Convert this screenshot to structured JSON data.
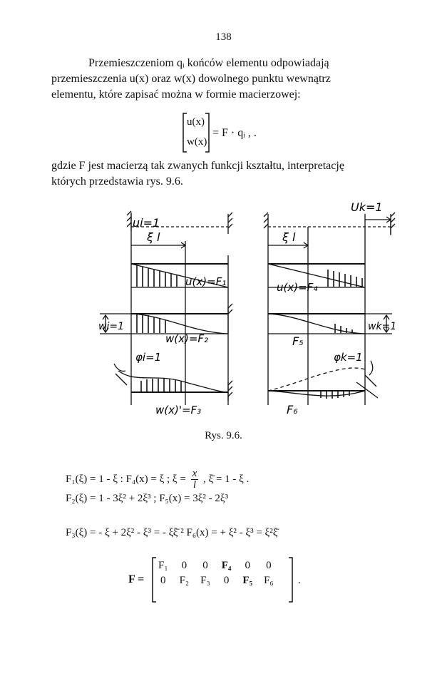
{
  "page_number": "138",
  "paragraph1": [
    "Przemieszczeniom   qᵢ   końców   elementu   odpowiadają",
    "przemieszczenia   u(x)   oraz   w(x)   dowolnego   punktu   wewnątrz",
    "elementu, które zapisać można w formie macierzowej:"
  ],
  "eq1": {
    "top": "u(x)",
    "bottom": "w(x)",
    "rhs": "= F · qᵢ ,  ."
  },
  "paragraph2": [
    "gdzie  F  jest  macierzą  tak  zwanych  funkcji  kształtu,  interpretację",
    "których przedstawia rys. 9.6."
  ],
  "figure": {
    "left_labels": {
      "ui1": "ui=1",
      "xi_l": "ξ l",
      "f1": "u(x)=F₁",
      "wi1": "wi=1",
      "f2": "w(x)=F₂",
      "phi": "φi=1",
      "f3": "w(x)'=F₃"
    },
    "right_labels": {
      "uk1": "Uk=1",
      "xi_l": "ξ l",
      "f4": "u(x)=F₄",
      "wk1": "wk=1",
      "f5": "F₅",
      "phik": "φk=1",
      "f6": "F₆"
    }
  },
  "caption": "Rys. 9.6.",
  "formulas": {
    "line1": "F₁(ξ) = 1 - ξ     :     F₄(x) = ξ     ;     ξ =",
    "line1_frac_num": "x",
    "line1_frac_den": "l",
    "line1_tail": ",   ξ̄ = 1 - ξ .",
    "line2": "F₂(ξ) = 1 - 3ξ² + 2ξ³ ;   F₅(x) = 3ξ² - 2ξ³",
    "line3": "F₃(ξ) = - ξ + 2ξ² - ξ³  = - ξξ̄ ²   F₆(x) = + ξ² - ξ³ =  ξ²ξ̄"
  },
  "matrix": {
    "lhs": "F =",
    "row1": [
      "F₁",
      "0",
      "0",
      "F₄",
      "0",
      "0"
    ],
    "row2": [
      "0",
      "F₂",
      "F₃",
      "0",
      "F₅",
      "F₆"
    ],
    "tail": "."
  }
}
